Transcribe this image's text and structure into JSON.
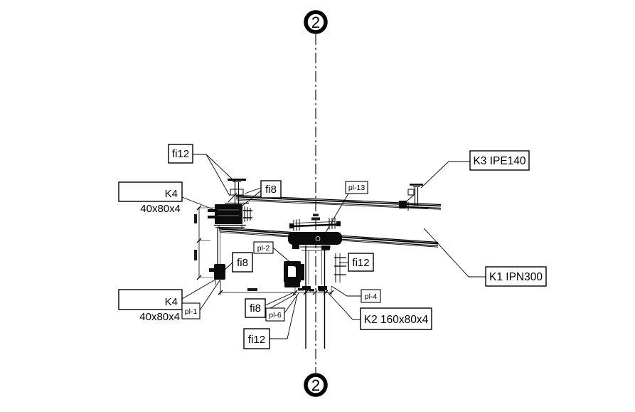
{
  "drawing": {
    "type": "structural steel connection detail, section view",
    "colors": {
      "ink": "#000000",
      "background": "#ffffff"
    },
    "markers": {
      "top": "2",
      "bottom": "2"
    },
    "labels": {
      "fi12_top": "fi12",
      "k4_top": {
        "name": "K4",
        "size": "40x80x4"
      },
      "fi8_top": "fi8",
      "pl13": "pl-13",
      "k3": "K3 IPE140",
      "pl2": "pl-2",
      "fi8_mid": "fi8",
      "fi12_mid": "fi12",
      "k1": "K1 IPN300",
      "k4_bottom": {
        "name": "K4",
        "size": "40x80x4"
      },
      "pl1": "pl-1",
      "fi8_bottom": "fi8",
      "pl6": "pl-6",
      "fi12_bottom": "fi12",
      "pl4": "pl-4",
      "k2": "K2 160x80x4"
    }
  }
}
